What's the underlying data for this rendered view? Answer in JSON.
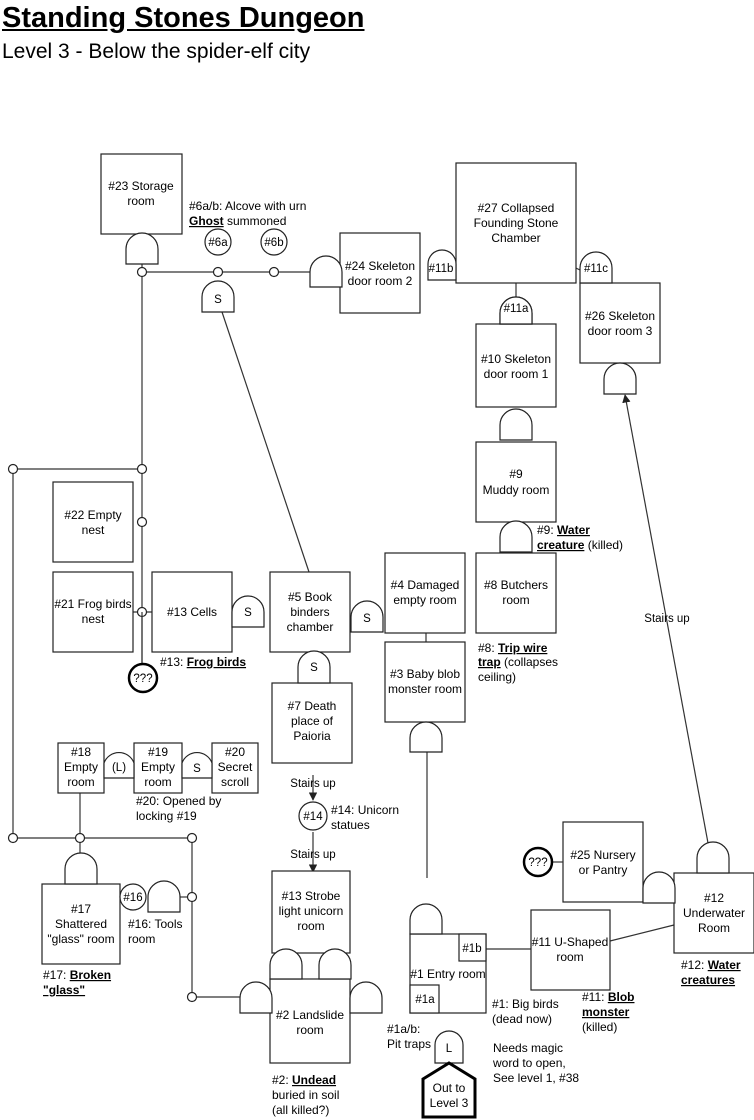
{
  "header": {
    "title": "Standing Stones Dungeon",
    "subtitle": "Level 3 - Below the spider-elf city"
  },
  "rooms": {
    "r23": [
      "#23 Storage",
      "room"
    ],
    "r27": [
      "#27 Collapsed",
      "Founding Stone",
      "Chamber"
    ],
    "r24": [
      "#24 Skeleton",
      "door room 2"
    ],
    "r26": [
      "#26 Skeleton",
      "door room 3"
    ],
    "r10": [
      "#10 Skeleton",
      "door room 1"
    ],
    "r9": [
      "#9",
      "Muddy room"
    ],
    "r22": [
      "#22 Empty",
      "nest"
    ],
    "r21": [
      "#21 Frog birds",
      "nest"
    ],
    "r13c": [
      "#13 Cells"
    ],
    "r5": [
      "#5 Book",
      "binders",
      "chamber"
    ],
    "r4": [
      "#4 Damaged",
      "empty room"
    ],
    "r8": [
      "#8 Butchers",
      "room"
    ],
    "r3": [
      "#3 Baby blob",
      "monster room"
    ],
    "r7": [
      "#7 Death",
      "place of",
      "Paioria"
    ],
    "r18": [
      "#18",
      "Empty",
      "room"
    ],
    "r19": [
      "#19",
      "Empty",
      "room"
    ],
    "r20": [
      "#20",
      "Secret",
      "scroll"
    ],
    "r25": [
      "#25 Nursery",
      "or Pantry"
    ],
    "r12": [
      "#12",
      "Underwater",
      "Room"
    ],
    "r17": [
      "#17",
      "Shattered",
      "\"glass\" room"
    ],
    "r13s": [
      "#13 Strobe",
      "light unicorn",
      "room"
    ],
    "r11": [
      "#11 U-Shaped",
      "room"
    ],
    "r1": [
      "#1 Entry room"
    ],
    "r2": [
      "#2 Landslide",
      "room"
    ]
  },
  "doors": {
    "d6a": "#6a",
    "d6b": "#6b",
    "d11a": "#11a",
    "d11b": "#11b",
    "d11c": "#11c",
    "d1a": "#1a",
    "d1b": "#1b",
    "n14": "#14",
    "n16": "#16",
    "secret": "S",
    "locked": "L",
    "locked_paren": "(L)",
    "unknown": "???"
  },
  "exit": [
    "Out to",
    "Level 3"
  ],
  "notes": {
    "n6": {
      "line1": "#6a/b: Alcove with urn",
      "word": "Ghost",
      "rest": " summoned"
    },
    "n9": {
      "prefix": "#9: ",
      "word": "Water",
      "word2": "creature",
      "rest": " (killed)"
    },
    "n8": {
      "prefix": "#8: ",
      "word": "Trip wire",
      "word2": "trap",
      "rest": " (collapses",
      "line3": "ceiling)"
    },
    "n13": {
      "prefix": "#13: ",
      "word": "Frog birds"
    },
    "n20": [
      "#20: Opened by",
      "locking #19"
    ],
    "n14": [
      "#14: Unicorn",
      "statues"
    ],
    "n16": [
      "#16: Tools",
      "room"
    ],
    "n17": {
      "prefix": "#17: ",
      "word": "Broken",
      "word2": "\"glass\""
    },
    "n12": {
      "prefix": "#12: ",
      "word": "Water",
      "word2": "creatures"
    },
    "n11": {
      "prefix": "#11: ",
      "word": "Blob",
      "word2": "monster",
      "line3": "(killed)"
    },
    "n1": [
      "#1: Big birds",
      "(dead now)"
    ],
    "n1ab": [
      "#1a/b:",
      "Pit traps"
    ],
    "nmagic": [
      "Needs magic",
      "word to open,",
      "See level 1, #38"
    ],
    "n2": {
      "prefix": "#2: ",
      "word": "Undead",
      "line2": "buried in soil",
      "line3": "(all killed?)"
    }
  },
  "edges": {
    "stairs_up": "Stairs up"
  }
}
